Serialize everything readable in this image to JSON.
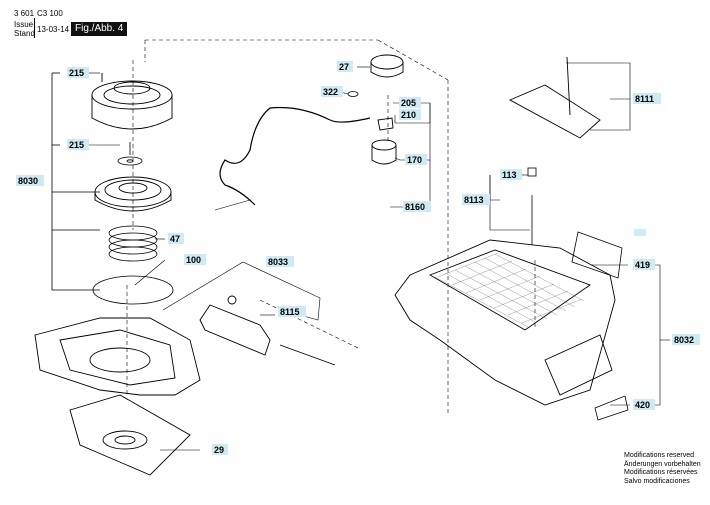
{
  "header": {
    "part_number": "3 601",
    "model": "C3 100",
    "issue_label": "Issue",
    "stand_label": "Stand",
    "date": "13-03-14",
    "figure": "Fig./Abb. 4"
  },
  "modifications": [
    "Modifications reserved",
    "Änderungen vorbehalten",
    "Modifications réservées",
    "Salvo modificaciones"
  ],
  "parts": [
    {
      "id": "215"
    },
    {
      "id": "215"
    },
    {
      "id": "8030"
    },
    {
      "id": "47"
    },
    {
      "id": "100"
    },
    {
      "id": "8033"
    },
    {
      "id": "8115"
    },
    {
      "id": "29"
    },
    {
      "id": "27"
    },
    {
      "id": "322"
    },
    {
      "id": "205"
    },
    {
      "id": "210"
    },
    {
      "id": "170"
    },
    {
      "id": "8160"
    },
    {
      "id": "113"
    },
    {
      "id": "8113"
    },
    {
      "id": "8111"
    },
    {
      "id": "419"
    },
    {
      "id": "8032"
    },
    {
      "id": "420"
    }
  ],
  "colors": {
    "callout_fill": "#cfeaf2",
    "line": "#000000"
  }
}
